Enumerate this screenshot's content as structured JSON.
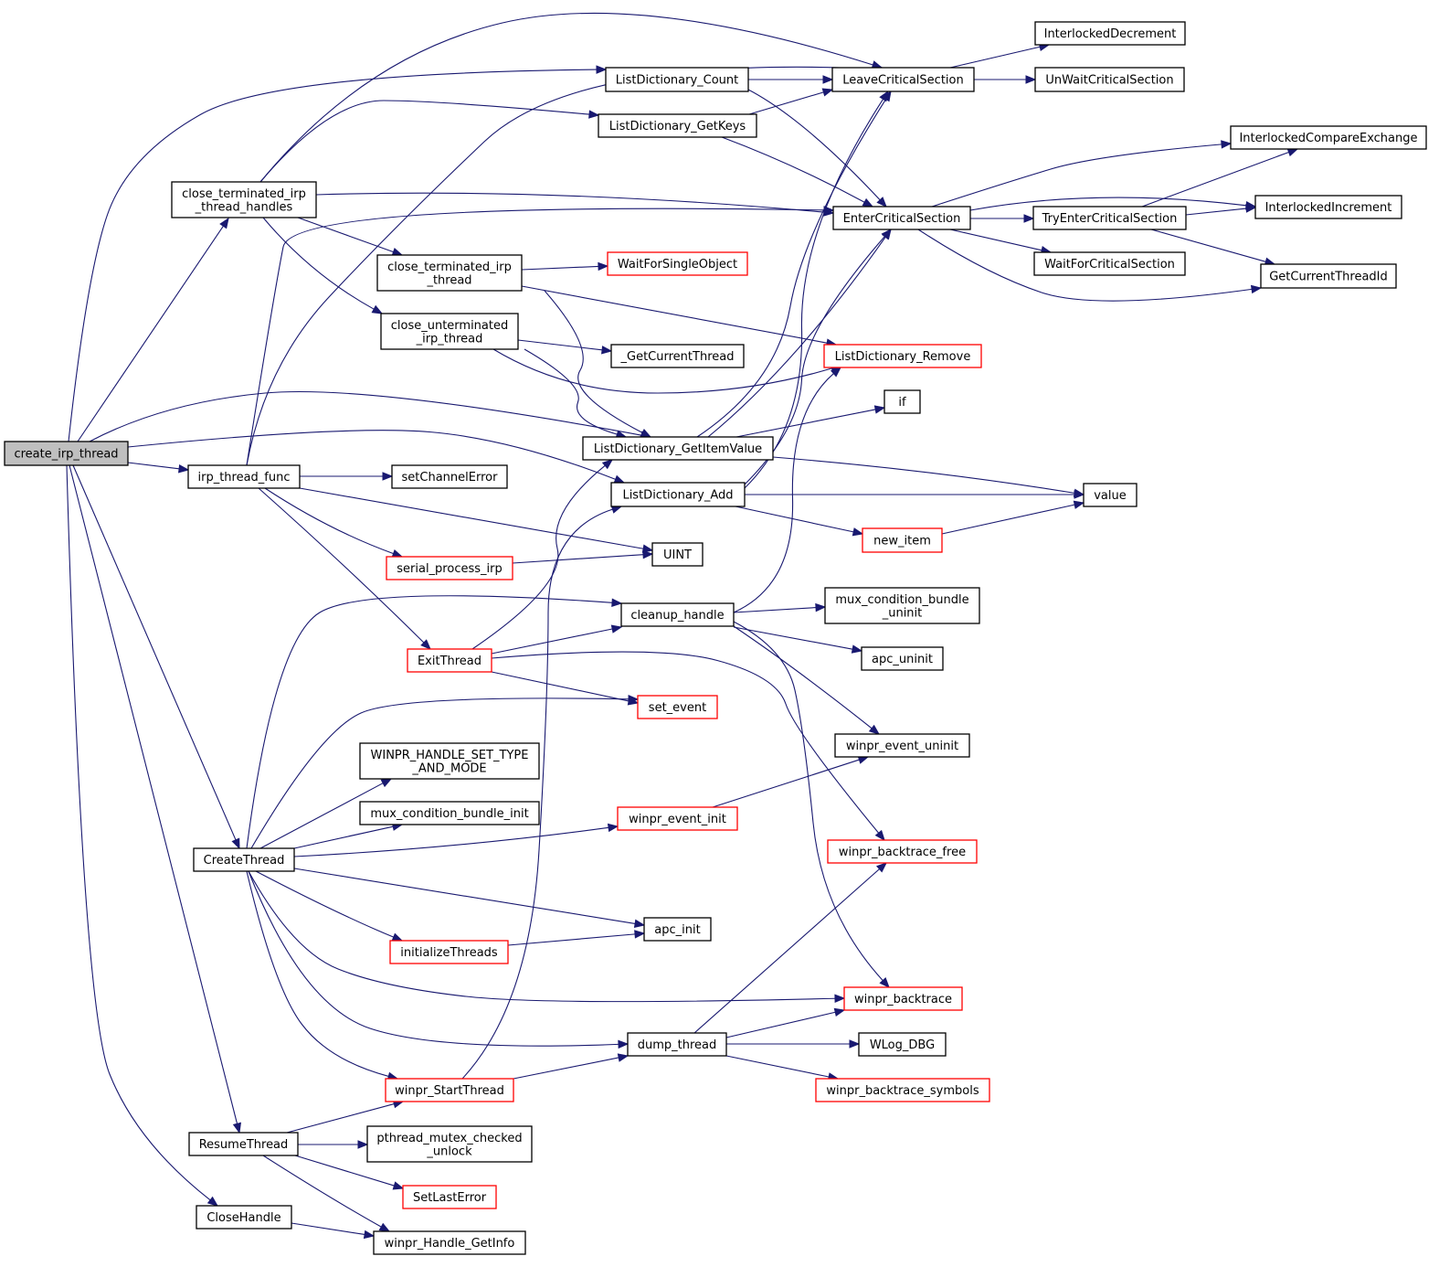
{
  "colors": {
    "edge": "#191970",
    "node_border": "#000000",
    "node_border_truncated": "#ff0000",
    "root_fill": "#bfbfbf"
  },
  "nodes": {
    "create_irp_thread": {
      "label": [
        "create_irp_thread"
      ],
      "style": "root"
    },
    "close_terminated_irp_thread_handles": {
      "label": [
        "close_terminated_irp",
        "_thread_handles"
      ],
      "style": "normal"
    },
    "irp_thread_func": {
      "label": [
        "irp_thread_func"
      ],
      "style": "normal"
    },
    "CreateThread": {
      "label": [
        "CreateThread"
      ],
      "style": "normal"
    },
    "ResumeThread": {
      "label": [
        "ResumeThread"
      ],
      "style": "normal"
    },
    "CloseHandle": {
      "label": [
        "CloseHandle"
      ],
      "style": "normal"
    },
    "close_terminated_irp_thread": {
      "label": [
        "close_terminated_irp",
        "_thread"
      ],
      "style": "normal"
    },
    "close_unterminated_irp_thread": {
      "label": [
        "close_unterminated",
        "_irp_thread"
      ],
      "style": "normal"
    },
    "setChannelError": {
      "label": [
        "setChannelError"
      ],
      "style": "normal"
    },
    "serial_process_irp": {
      "label": [
        "serial_process_irp"
      ],
      "style": "red"
    },
    "ExitThread": {
      "label": [
        "ExitThread"
      ],
      "style": "red"
    },
    "WINPR_HANDLE_SET_TYPE_AND_MODE": {
      "label": [
        "WINPR_HANDLE_SET_TYPE",
        "_AND_MODE"
      ],
      "style": "normal"
    },
    "mux_condition_bundle_init": {
      "label": [
        "mux_condition_bundle_init"
      ],
      "style": "normal"
    },
    "initializeThreads": {
      "label": [
        "initializeThreads"
      ],
      "style": "red"
    },
    "winpr_StartThread": {
      "label": [
        "winpr_StartThread"
      ],
      "style": "red"
    },
    "pthread_mutex_checked_unlock": {
      "label": [
        "pthread_mutex_checked",
        "_unlock"
      ],
      "style": "normal"
    },
    "SetLastError": {
      "label": [
        "SetLastError"
      ],
      "style": "red"
    },
    "winpr_Handle_GetInfo": {
      "label": [
        "winpr_Handle_GetInfo"
      ],
      "style": "normal"
    },
    "ListDictionary_Count": {
      "label": [
        "ListDictionary_Count"
      ],
      "style": "normal"
    },
    "ListDictionary_GetKeys": {
      "label": [
        "ListDictionary_GetKeys"
      ],
      "style": "normal"
    },
    "WaitForSingleObject": {
      "label": [
        "WaitForSingleObject"
      ],
      "style": "red"
    },
    "_GetCurrentThread": {
      "label": [
        "_GetCurrentThread"
      ],
      "style": "normal"
    },
    "ListDictionary_GetItemValue": {
      "label": [
        "ListDictionary_GetItemValue"
      ],
      "style": "normal"
    },
    "ListDictionary_Add": {
      "label": [
        "ListDictionary_Add"
      ],
      "style": "normal"
    },
    "UINT": {
      "label": [
        "UINT"
      ],
      "style": "normal"
    },
    "cleanup_handle": {
      "label": [
        "cleanup_handle"
      ],
      "style": "normal"
    },
    "set_event": {
      "label": [
        "set_event"
      ],
      "style": "red"
    },
    "winpr_event_init": {
      "label": [
        "winpr_event_init"
      ],
      "style": "red"
    },
    "apc_init": {
      "label": [
        "apc_init"
      ],
      "style": "normal"
    },
    "dump_thread": {
      "label": [
        "dump_thread"
      ],
      "style": "normal"
    },
    "LeaveCriticalSection": {
      "label": [
        "LeaveCriticalSection"
      ],
      "style": "normal"
    },
    "EnterCriticalSection": {
      "label": [
        "EnterCriticalSection"
      ],
      "style": "normal"
    },
    "ListDictionary_Remove": {
      "label": [
        "ListDictionary_Remove"
      ],
      "style": "red"
    },
    "if": {
      "label": [
        "if"
      ],
      "style": "normal"
    },
    "new_item": {
      "label": [
        "new_item"
      ],
      "style": "red"
    },
    "mux_condition_bundle_uninit": {
      "label": [
        "mux_condition_bundle",
        "_uninit"
      ],
      "style": "normal"
    },
    "apc_uninit": {
      "label": [
        "apc_uninit"
      ],
      "style": "normal"
    },
    "winpr_event_uninit": {
      "label": [
        "winpr_event_uninit"
      ],
      "style": "normal"
    },
    "winpr_backtrace_free": {
      "label": [
        "winpr_backtrace_free"
      ],
      "style": "red"
    },
    "winpr_backtrace": {
      "label": [
        "winpr_backtrace"
      ],
      "style": "red"
    },
    "WLog_DBG": {
      "label": [
        "WLog_DBG"
      ],
      "style": "normal"
    },
    "winpr_backtrace_symbols": {
      "label": [
        "winpr_backtrace_symbols"
      ],
      "style": "red"
    },
    "InterlockedDecrement": {
      "label": [
        "InterlockedDecrement"
      ],
      "style": "normal"
    },
    "UnWaitCriticalSection": {
      "label": [
        "UnWaitCriticalSection"
      ],
      "style": "normal"
    },
    "TryEnterCriticalSection": {
      "label": [
        "TryEnterCriticalSection"
      ],
      "style": "normal"
    },
    "WaitForCriticalSection": {
      "label": [
        "WaitForCriticalSection"
      ],
      "style": "normal"
    },
    "value": {
      "label": [
        "value"
      ],
      "style": "normal"
    },
    "InterlockedCompareExchange": {
      "label": [
        "InterlockedCompareExchange"
      ],
      "style": "normal"
    },
    "InterlockedIncrement": {
      "label": [
        "InterlockedIncrement"
      ],
      "style": "normal"
    },
    "GetCurrentThreadId": {
      "label": [
        "GetCurrentThreadId"
      ],
      "style": "normal"
    }
  },
  "edges": [
    [
      "create_irp_thread",
      "close_terminated_irp_thread_handles"
    ],
    [
      "create_irp_thread",
      "irp_thread_func"
    ],
    [
      "create_irp_thread",
      "CreateThread"
    ],
    [
      "create_irp_thread",
      "ResumeThread"
    ],
    [
      "create_irp_thread",
      "CloseHandle"
    ],
    [
      "create_irp_thread",
      "ListDictionary_Count"
    ],
    [
      "create_irp_thread",
      "ListDictionary_GetItemValue"
    ],
    [
      "create_irp_thread",
      "ListDictionary_Add"
    ],
    [
      "close_terminated_irp_thread_handles",
      "LeaveCriticalSection"
    ],
    [
      "close_terminated_irp_thread_handles",
      "ListDictionary_GetKeys"
    ],
    [
      "close_terminated_irp_thread_handles",
      "EnterCriticalSection"
    ],
    [
      "close_terminated_irp_thread_handles",
      "close_terminated_irp_thread"
    ],
    [
      "close_terminated_irp_thread_handles",
      "close_unterminated_irp_thread"
    ],
    [
      "close_terminated_irp_thread",
      "WaitForSingleObject"
    ],
    [
      "close_terminated_irp_thread",
      "ListDictionary_GetItemValue"
    ],
    [
      "close_terminated_irp_thread",
      "ListDictionary_Remove"
    ],
    [
      "close_unterminated_irp_thread",
      "_GetCurrentThread"
    ],
    [
      "close_unterminated_irp_thread",
      "ListDictionary_GetItemValue"
    ],
    [
      "close_unterminated_irp_thread",
      "ListDictionary_Remove"
    ],
    [
      "irp_thread_func",
      "setChannelError"
    ],
    [
      "irp_thread_func",
      "UINT"
    ],
    [
      "irp_thread_func",
      "serial_process_irp"
    ],
    [
      "irp_thread_func",
      "ExitThread"
    ],
    [
      "irp_thread_func",
      "LeaveCriticalSection"
    ],
    [
      "irp_thread_func",
      "EnterCriticalSection"
    ],
    [
      "serial_process_irp",
      "UINT"
    ],
    [
      "ExitThread",
      "ListDictionary_GetItemValue"
    ],
    [
      "ExitThread",
      "cleanup_handle"
    ],
    [
      "ExitThread",
      "set_event"
    ],
    [
      "ExitThread",
      "winpr_backtrace_free"
    ],
    [
      "CreateThread",
      "cleanup_handle"
    ],
    [
      "CreateThread",
      "set_event"
    ],
    [
      "CreateThread",
      "WINPR_HANDLE_SET_TYPE_AND_MODE"
    ],
    [
      "CreateThread",
      "mux_condition_bundle_init"
    ],
    [
      "CreateThread",
      "winpr_event_init"
    ],
    [
      "CreateThread",
      "apc_init"
    ],
    [
      "CreateThread",
      "initializeThreads"
    ],
    [
      "CreateThread",
      "winpr_backtrace"
    ],
    [
      "CreateThread",
      "dump_thread"
    ],
    [
      "CreateThread",
      "winpr_StartThread"
    ],
    [
      "initializeThreads",
      "apc_init"
    ],
    [
      "winpr_StartThread",
      "ListDictionary_Add"
    ],
    [
      "winpr_StartThread",
      "dump_thread"
    ],
    [
      "ResumeThread",
      "winpr_StartThread"
    ],
    [
      "ResumeThread",
      "pthread_mutex_checked_unlock"
    ],
    [
      "ResumeThread",
      "SetLastError"
    ],
    [
      "ResumeThread",
      "winpr_Handle_GetInfo"
    ],
    [
      "CloseHandle",
      "winpr_Handle_GetInfo"
    ],
    [
      "ListDictionary_Count",
      "LeaveCriticalSection"
    ],
    [
      "ListDictionary_Count",
      "EnterCriticalSection"
    ],
    [
      "ListDictionary_GetKeys",
      "LeaveCriticalSection"
    ],
    [
      "ListDictionary_GetKeys",
      "EnterCriticalSection"
    ],
    [
      "ListDictionary_GetItemValue",
      "LeaveCriticalSection"
    ],
    [
      "ListDictionary_GetItemValue",
      "EnterCriticalSection"
    ],
    [
      "ListDictionary_GetItemValue",
      "if"
    ],
    [
      "ListDictionary_GetItemValue",
      "value"
    ],
    [
      "ListDictionary_Add",
      "LeaveCriticalSection"
    ],
    [
      "ListDictionary_Add",
      "EnterCriticalSection"
    ],
    [
      "ListDictionary_Add",
      "value"
    ],
    [
      "ListDictionary_Add",
      "new_item"
    ],
    [
      "new_item",
      "value"
    ],
    [
      "cleanup_handle",
      "ListDictionary_Remove"
    ],
    [
      "cleanup_handle",
      "mux_condition_bundle_uninit"
    ],
    [
      "cleanup_handle",
      "apc_uninit"
    ],
    [
      "cleanup_handle",
      "winpr_event_uninit"
    ],
    [
      "cleanup_handle",
      "winpr_backtrace"
    ],
    [
      "winpr_event_init",
      "winpr_event_uninit"
    ],
    [
      "dump_thread",
      "winpr_backtrace_free"
    ],
    [
      "dump_thread",
      "winpr_backtrace"
    ],
    [
      "dump_thread",
      "WLog_DBG"
    ],
    [
      "dump_thread",
      "winpr_backtrace_symbols"
    ],
    [
      "LeaveCriticalSection",
      "InterlockedDecrement"
    ],
    [
      "LeaveCriticalSection",
      "UnWaitCriticalSection"
    ],
    [
      "EnterCriticalSection",
      "TryEnterCriticalSection"
    ],
    [
      "EnterCriticalSection",
      "WaitForCriticalSection"
    ],
    [
      "EnterCriticalSection",
      "InterlockedCompareExchange"
    ],
    [
      "EnterCriticalSection",
      "InterlockedIncrement"
    ],
    [
      "EnterCriticalSection",
      "GetCurrentThreadId"
    ],
    [
      "TryEnterCriticalSection",
      "InterlockedCompareExchange"
    ],
    [
      "TryEnterCriticalSection",
      "InterlockedIncrement"
    ],
    [
      "TryEnterCriticalSection",
      "GetCurrentThreadId"
    ]
  ]
}
